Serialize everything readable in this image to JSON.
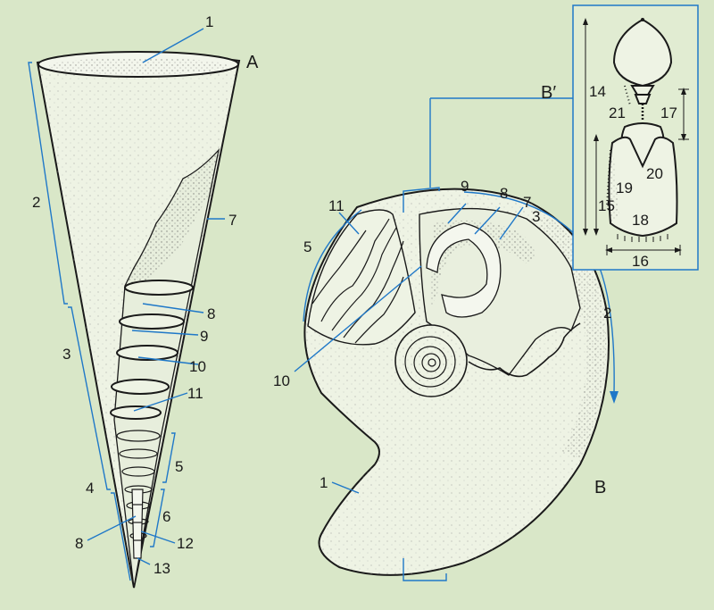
{
  "figure": {
    "panel_labels": {
      "A": "A",
      "B": "B",
      "Bprime": "B′"
    },
    "colors": {
      "background": "#d9e7c8",
      "shell_fill": "#eef3e4",
      "outline": "#1a1a1a",
      "leader_lines": "#1f78c8"
    },
    "labels_A": {
      "l1": "1",
      "l2": "2",
      "l3": "3",
      "l4": "4",
      "l5": "5",
      "l6": "6",
      "l7": "7",
      "l8a": "8",
      "l8b": "8",
      "l9": "9",
      "l10": "10",
      "l11": "11",
      "l12": "12",
      "l13": "13"
    },
    "labels_B": {
      "l1": "1",
      "l2": "2",
      "l3": "3",
      "l5": "5",
      "l7": "7",
      "l8": "8",
      "l9": "9",
      "l10": "10",
      "l11": "11"
    },
    "labels_Bprime": {
      "l14": "14",
      "l15": "15",
      "l16": "16",
      "l17": "17",
      "l18": "18",
      "l19": "19",
      "l20": "20",
      "l21": "21"
    }
  }
}
